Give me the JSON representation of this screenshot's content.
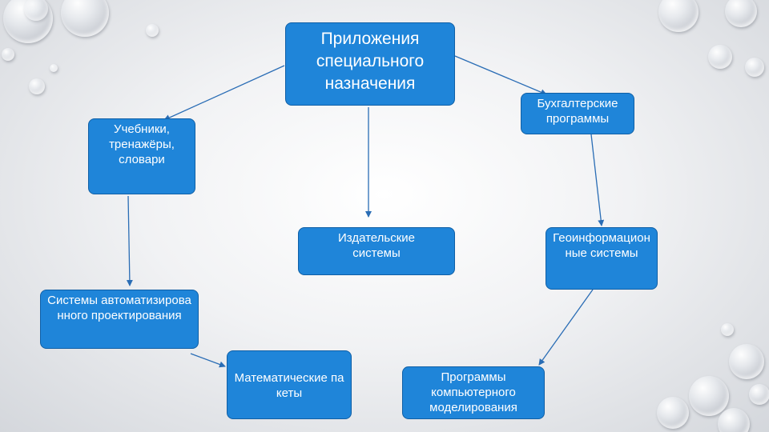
{
  "diagram": {
    "root": "Приложения специального назначения",
    "nodes": {
      "accounting": "Бухгалтерские программы",
      "textbooks": "Учебники, тренажёры, словари",
      "publishing": "Издательские системы",
      "geoinfo": "Геоинформационные системы",
      "cad": "Системы автоматизированного проектирования",
      "math": "Математические пакеты",
      "modeling": "Программы компьютерного моделирования"
    },
    "edges": [
      {
        "from": "root",
        "to": "textbooks"
      },
      {
        "from": "root",
        "to": "accounting"
      },
      {
        "from": "root",
        "to": "publishing"
      },
      {
        "from": "accounting",
        "to": "geoinfo"
      },
      {
        "from": "geoinfo",
        "to": "modeling"
      },
      {
        "from": "textbooks",
        "to": "cad"
      },
      {
        "from": "cad",
        "to": "math"
      }
    ],
    "colors": {
      "box_fill": "#1f85d9",
      "box_border": "#0f5fa6",
      "arrow": "#2a6db5",
      "text": "#ffffff"
    }
  }
}
